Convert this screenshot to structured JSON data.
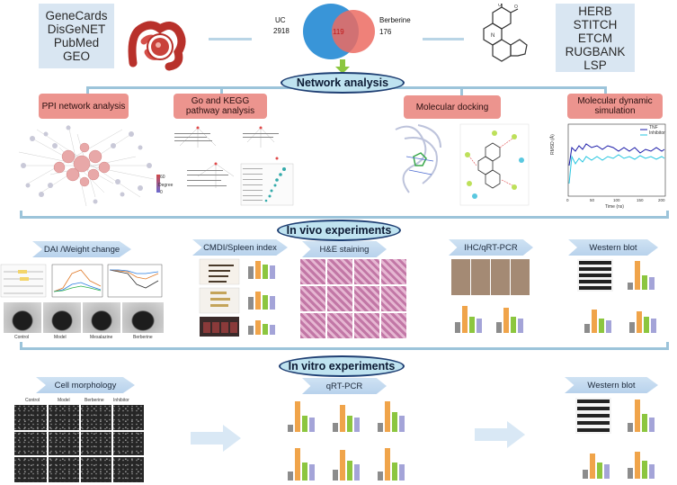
{
  "databases_left": [
    "GeneCards",
    "DisGeNET",
    "PubMed",
    "GEO"
  ],
  "databases_right": [
    "HERB",
    "STITCH",
    "ETCM",
    "RUGBANK",
    "LSP"
  ],
  "venn": {
    "left_label": "UC",
    "left_count": "2918",
    "overlap": "119",
    "right_label": "Berberine",
    "right_count": "176"
  },
  "sections": {
    "network": "Network analysis",
    "invivo": "In vivo experiments",
    "invitro": "In vitro experiments"
  },
  "network_boxes": [
    "PPI network analysis",
    "Go and KEGG pathway analysis",
    "Molecular docking",
    "Molecular dynamic simulation"
  ],
  "invivo_labels": [
    "DAI /Weight change",
    "CMDI/Spleen index",
    "H&E staining",
    "IHC/qRT-PCR",
    "Western blot"
  ],
  "invitro_labels": [
    "Cell morphology",
    "qRT-PCR",
    "Western blot"
  ],
  "groups": [
    "Control",
    "Model",
    "Mesalazine",
    "Berberine"
  ],
  "cell_groups": [
    "Control",
    "Model",
    "Berberine",
    "Inhibitor"
  ],
  "md_legend": [
    "TNF",
    "Inhibitor"
  ],
  "md_axis": {
    "x": "Time (ns)",
    "y": "RMSD (Å)"
  },
  "ppi_legend": {
    "title": "Degree",
    "max": "60",
    "min": "0"
  },
  "colors": {
    "venn_left": "#2e8fd6",
    "venn_right": "#ec6b62",
    "oval": "#bfe3f0",
    "pink": "#ec948e",
    "line": "#9cc4da"
  }
}
